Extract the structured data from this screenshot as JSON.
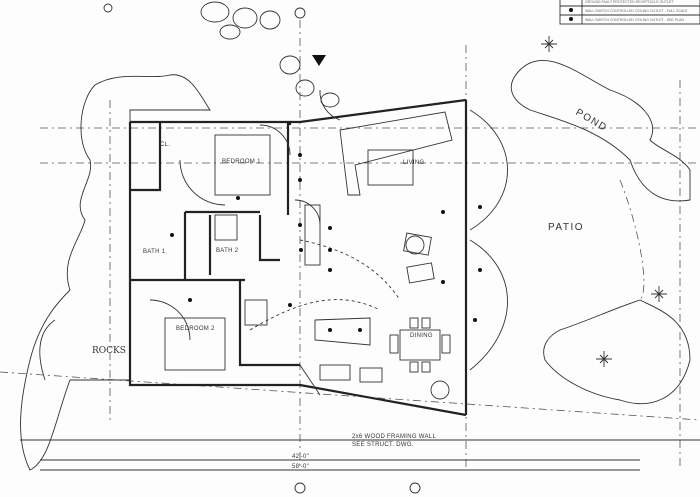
{
  "legend": {
    "items": [
      "GROUND FAULT PROTECTED RECEPTACLE OUTLET",
      "WALL SWITCH CONTROLLED CEILING OUTLET - FULL SCALE",
      "WALL SWITCH CONTROLLED CEILING OUTLET - SEE PLAN"
    ]
  },
  "rooms": {
    "bedroom1": "BEDROOM 1",
    "bedroom2": "BEDROOM 2",
    "living": "LIVING",
    "bath1": "BATH 1",
    "bath2": "BATH 2",
    "closet": "CL.",
    "dining": "DINING",
    "patio": "PATIO",
    "pond": "POND",
    "rocks": "ROCKS"
  },
  "notes": {
    "wall_line1": "2x6 WOOD FRAMING WALL",
    "wall_line2": "SEE STRUCT. DWG."
  },
  "dimensions": {
    "bottom1": "42'-0\"",
    "bottom2": "58'-0\""
  }
}
